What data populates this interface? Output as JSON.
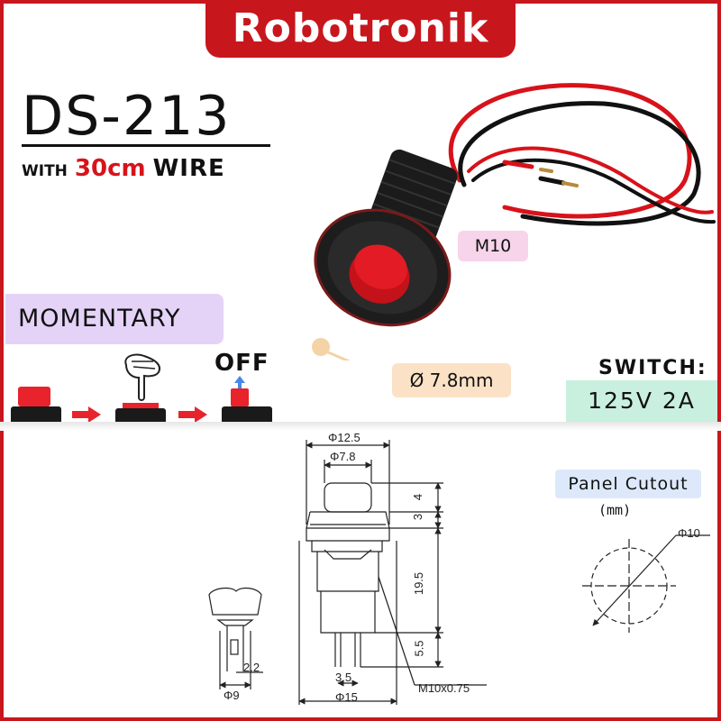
{
  "brand": "Robotronik",
  "model": "DS-213",
  "wire": {
    "prefix": "WITH",
    "length": "30cm",
    "suffix": "WIRE"
  },
  "labels": {
    "thread": "M10",
    "button_diameter": "Ø 7.8mm",
    "action": "MOMENTARY",
    "off": "OFF",
    "switch": "SWITCH:",
    "rating": "125V 2A",
    "panel_cutout": "Panel Cutout",
    "unit": "(mm)"
  },
  "drawing": {
    "d_outer": "Φ12.5",
    "d_cap": "Φ7.8",
    "d_body": "Φ15",
    "h_cap": "4",
    "h_collar": "3",
    "h_body": "19.5",
    "h_pins": "5.5",
    "pin_pitch": "3.5",
    "thread": "M10x0.75",
    "cutout": "Φ10",
    "pin_detail_d": "Φ9",
    "pin_detail_w": "2.2"
  },
  "colors": {
    "brand_red": "#c8161d",
    "accent_red": "#d7141b"
  }
}
